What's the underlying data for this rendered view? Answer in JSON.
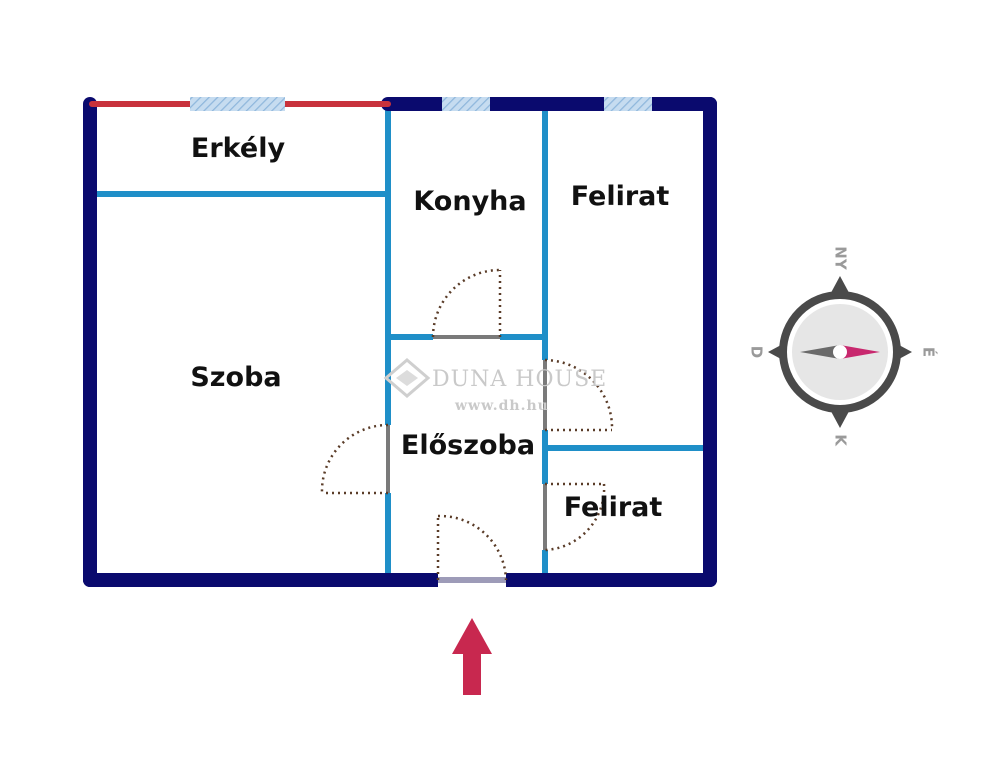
{
  "rooms": {
    "erkely": "Erkély",
    "konyha": "Konyha",
    "felirat_upper": "Felirat",
    "szoba": "Szoba",
    "eloszoba": "Előszoba",
    "felirat_lower": "Felirat"
  },
  "compass": {
    "north": "NY",
    "east": "É",
    "south": "K",
    "west": "D"
  },
  "watermark": {
    "brand": "DUNA HOUSE",
    "url": "www.dh.hu"
  },
  "colors": {
    "outer_wall": "#0a0a6e",
    "inner_wall": "#1f8fc8",
    "balcony_rail": "#c8323c",
    "window": "#a9cbe8",
    "door_arc": "#5a3c28",
    "entrance_arrow": "#c8284f",
    "compass_ring": "#4a4a4a",
    "needle": "#c8286e"
  }
}
